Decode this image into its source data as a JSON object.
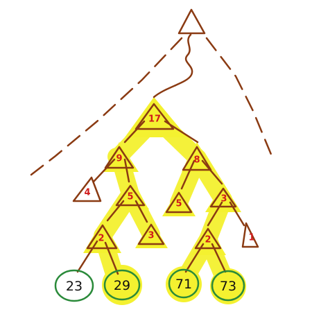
{
  "colors": {
    "edge": "#8a3a12",
    "label": "#d11b1b",
    "highlight": "#f4f130",
    "leaf_circle": "#2a8a3a",
    "leaf_text": "#111111"
  },
  "nodes": {
    "n17": "17",
    "n9": "9",
    "n8": "8",
    "n4": "4",
    "n5a": "5",
    "n5b": "5",
    "n3a": "3",
    "n2a": "2",
    "n3b": "3",
    "n2b": "2",
    "n1": "1"
  },
  "leaves": {
    "l23": "23",
    "l29": "29",
    "l71": "71",
    "l73": "73"
  }
}
